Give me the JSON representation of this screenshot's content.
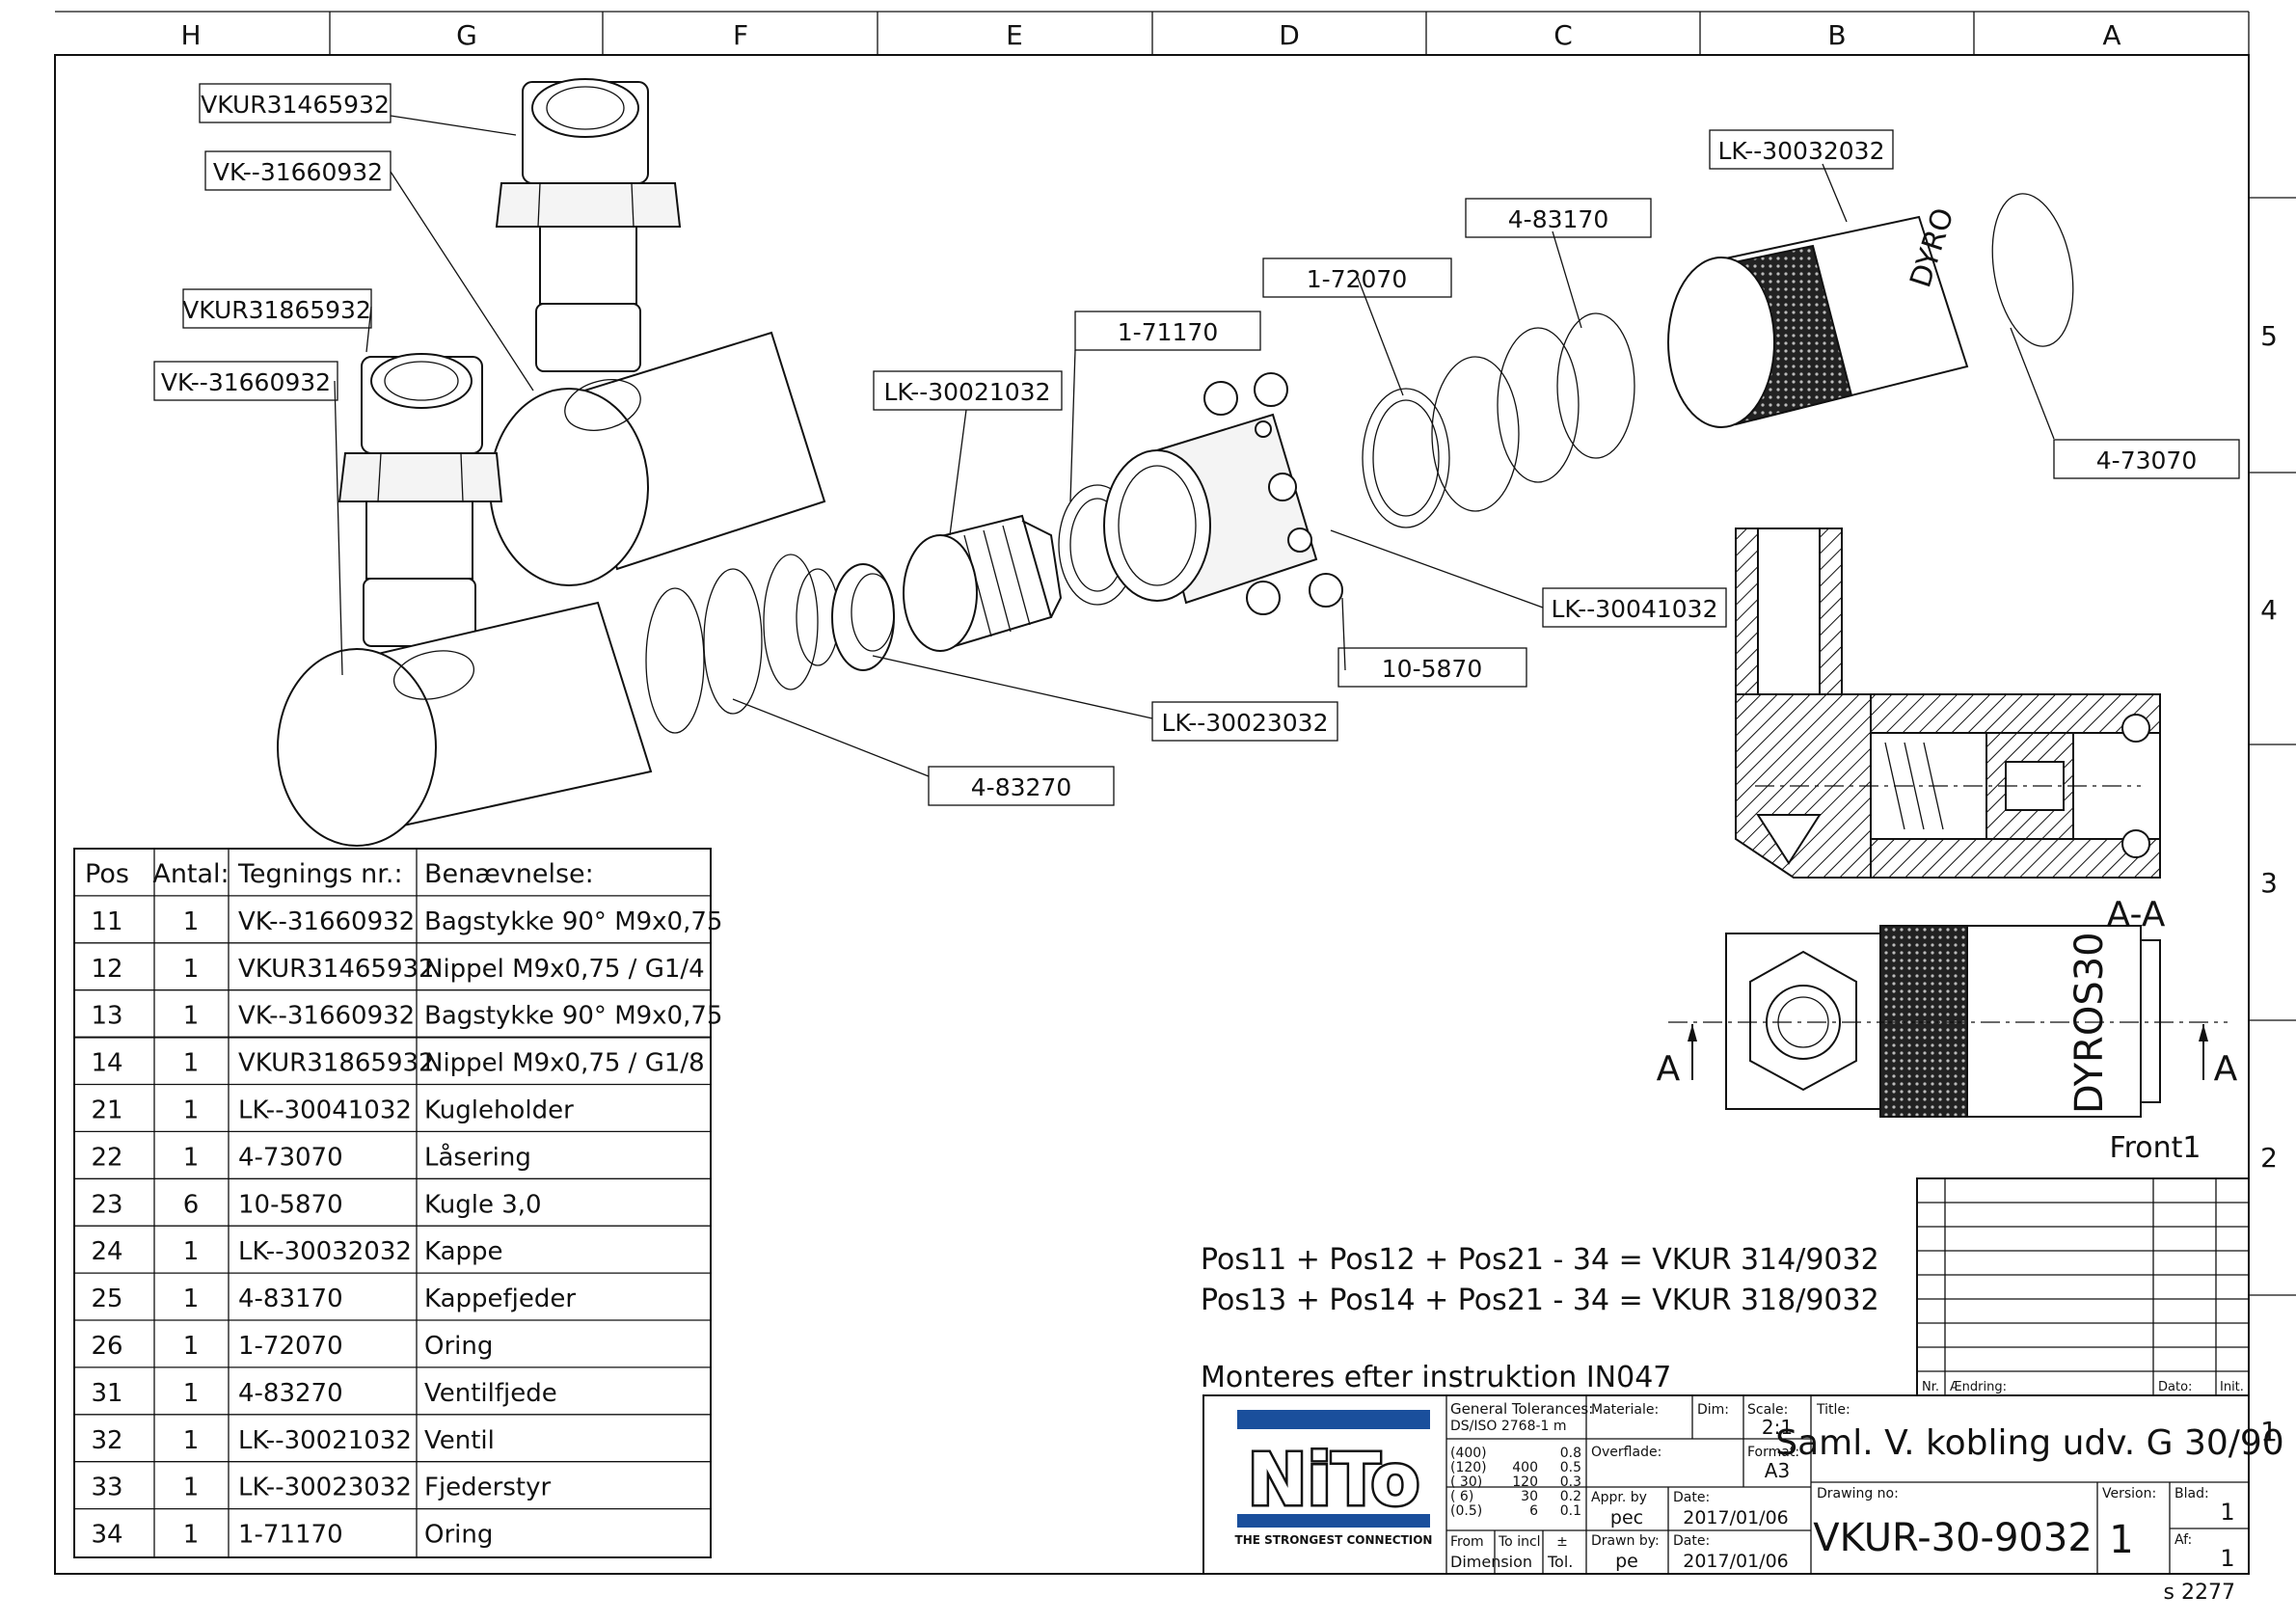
{
  "zones_top": [
    "H",
    "G",
    "F",
    "E",
    "D",
    "C",
    "B",
    "A"
  ],
  "zones_side": [
    "5",
    "4",
    "3",
    "2",
    "1"
  ],
  "callouts": [
    "VKUR31465932",
    "VK--31660932",
    "VKUR31865932",
    "VK--31660932",
    "LK--30021032",
    "1-71170",
    "1-72070",
    "4-83170",
    "LK--30032032",
    "4-73070",
    "LK--30041032",
    "10-5870",
    "LK--30023032",
    "4-83270"
  ],
  "bom": {
    "headers": [
      "Pos",
      "Antal:",
      "Tegnings nr.:",
      "Benævnelse:"
    ],
    "rows": [
      [
        "11",
        "1",
        "VK--31660932",
        "Bagstykke 90° M9x0,75"
      ],
      [
        "12",
        "1",
        "VKUR31465932",
        "Nippel M9x0,75 / G1/4"
      ],
      [
        "13",
        "1",
        "VK--31660932",
        "Bagstykke 90° M9x0,75"
      ],
      [
        "14",
        "1",
        "VKUR31865932",
        "Nippel M9x0,75 / G1/8"
      ],
      [
        "21",
        "1",
        "LK--30041032",
        "Kugleholder"
      ],
      [
        "22",
        "1",
        "4-73070",
        "Låsering"
      ],
      [
        "23",
        "6",
        "10-5870",
        "Kugle 3,0"
      ],
      [
        "24",
        "1",
        "LK--30032032",
        "Kappe"
      ],
      [
        "25",
        "1",
        "4-83170",
        "Kappefjeder"
      ],
      [
        "26",
        "1",
        "1-72070",
        "Oring"
      ],
      [
        "31",
        "1",
        "4-83270",
        "Ventilfjede"
      ],
      [
        "32",
        "1",
        "LK--30021032",
        "Ventil"
      ],
      [
        "33",
        "1",
        "LK--30023032",
        "Fjederstyr"
      ],
      [
        "34",
        "1",
        "1-71170",
        "Oring"
      ]
    ]
  },
  "notes": [
    "Pos11 + Pos12 + Pos21 - 34 = VKUR 314/9032",
    "Pos13 + Pos14 + Pos21 - 34 = VKUR 318/9032",
    "Monteres efter instruktion IN047"
  ],
  "section_label": "A-A",
  "section_marker": "A",
  "front_label": "Front1",
  "engraving": "DYROS30",
  "engraving_short": "DYRO",
  "revision": {
    "nr": "Nr.",
    "change": "Ændring:",
    "date": "Dato:",
    "init": "Init."
  },
  "title_block": {
    "logo": "NiTo",
    "logo_tagline": "THE STRONGEST CONNECTION",
    "tolerances_label": "General Tolerances:",
    "tolerances_std": "DS/ISO 2768-1 m",
    "tol_table": [
      [
        "(400)",
        "",
        "0.8"
      ],
      [
        "(120)",
        "400",
        "0.5"
      ],
      [
        "( 30)",
        "120",
        "0.3"
      ],
      [
        "( 6)",
        "30",
        "0.2"
      ],
      [
        "(0.5)",
        "6",
        "0.1"
      ]
    ],
    "from_label": "From",
    "to_label": "To incl",
    "pm": "±",
    "dimension_label": "Dimension",
    "tol_label": "Tol.",
    "material_label": "Materiale:",
    "dim_label": "Dim:",
    "scale_label": "Scale:",
    "scale": "2:1",
    "surface_label": "Overflade:",
    "format_label": "Format:",
    "format": "A3",
    "appr_label": "Appr. by",
    "appr": "pec",
    "date_label": "Date:",
    "appr_date": "2017/01/06",
    "drawn_label": "Drawn by:",
    "drawn": "pe",
    "drawn_date": "2017/01/06",
    "title_label": "Title:",
    "title": "Saml. V. kobling udv. G 30/90",
    "drawing_no_label": "Drawing no:",
    "drawing_no": "VKUR-30-9032",
    "version_label": "Version:",
    "version": "1",
    "sheet_label": "Blad:",
    "sheet": "1",
    "of_label": "Af:",
    "of": "1"
  },
  "footer": "s 2277"
}
